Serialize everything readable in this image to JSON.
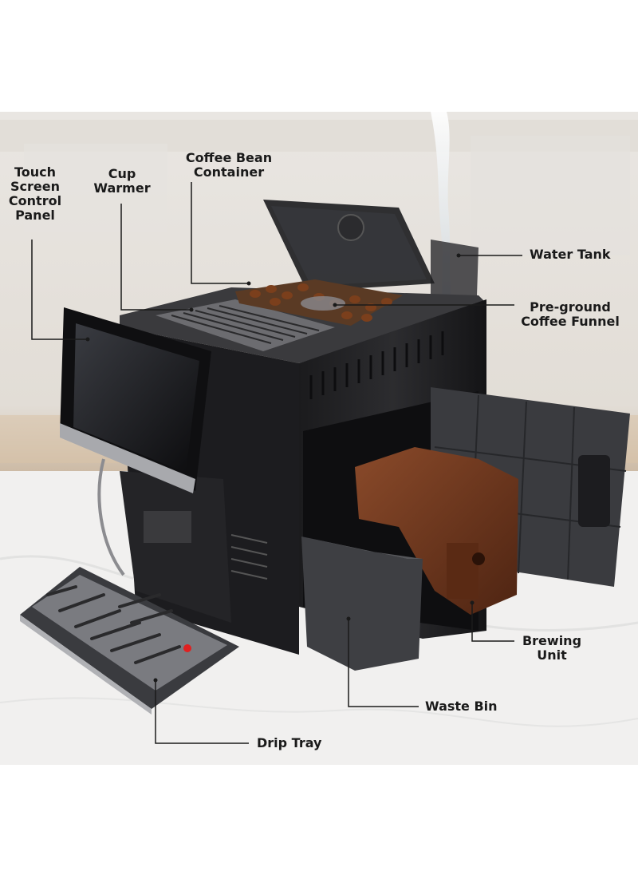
{
  "labels": {
    "touch_screen": [
      "Touch",
      "Screen",
      "Control",
      "Panel"
    ],
    "cup_warmer": [
      "Cup",
      "Warmer"
    ],
    "bean_container": [
      "Coffee Bean",
      "Container"
    ],
    "water_tank": "Water Tank",
    "funnel": [
      "Pre-ground",
      "Coffee Funnel"
    ],
    "brewing_unit": [
      "Brewing",
      "Unit"
    ],
    "waste_bin": "Waste Bin",
    "drip_tray": "Drip Tray"
  }
}
